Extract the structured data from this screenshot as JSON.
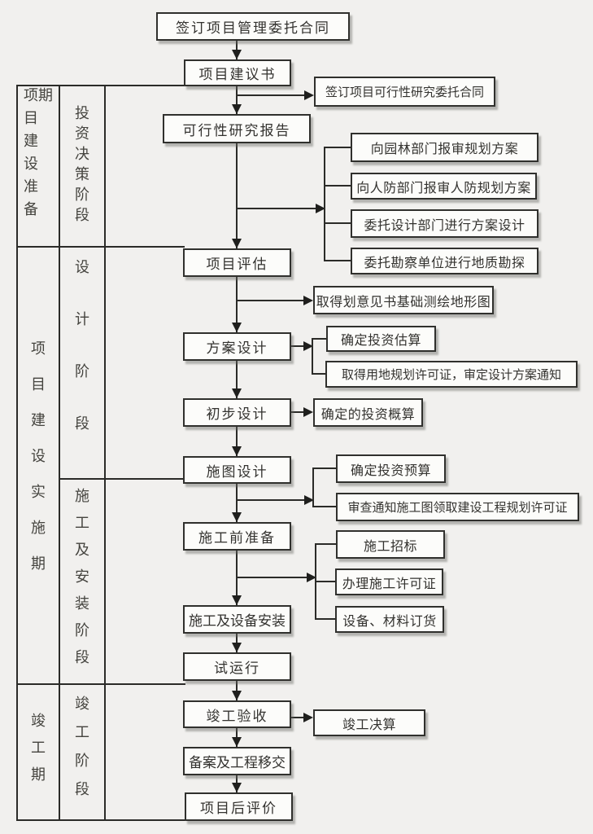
{
  "colors": {
    "background": "#f1f0ee",
    "line": "#2b2b28",
    "box_fill": "#fcfcfa",
    "box_border": "#30302d",
    "text": "#33322f",
    "shadow": "#69695f"
  },
  "table": {
    "periods": [
      "项目建设准备期",
      "项目建设实施期",
      "竣工期"
    ],
    "stages": [
      "投资决策阶段",
      "设计阶段",
      "施工及安装阶段",
      "竣工阶段"
    ]
  },
  "flow": {
    "main": [
      "签订项目管理委托合同",
      "项目建议书",
      "可行性研究报告",
      "项目评估",
      "方案设计",
      "初步设计",
      "施图设计",
      "施工前准备",
      "施工及设备安装",
      "试运行",
      "竣工验收",
      "备案及工程移交",
      "项目后评价"
    ],
    "side": [
      "签订项目可行性研究委托合同",
      "向园林部门报审规划方案",
      "向人防部门报审人防规划方案",
      "委托设计部门进行方案设计",
      "委托勘察单位进行地质勘探",
      "取得划意见书基础测绘地形图",
      "确定投资估算",
      "取得用地规划许可证，审定设计方案通知",
      "确定的投资概算",
      "确定投资预算",
      "审查通知施工图领取建设工程规划许可证",
      "施工招标",
      "办理施工许可证",
      "设备、材料订货",
      "竣工决算"
    ]
  }
}
